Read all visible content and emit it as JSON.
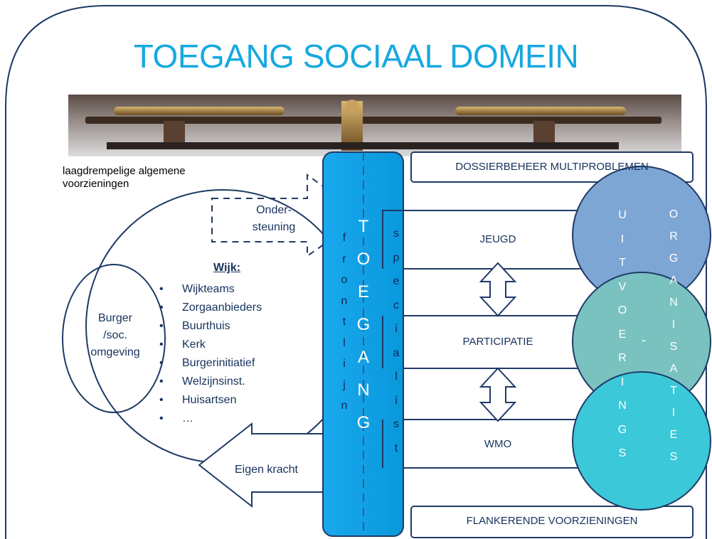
{
  "title": "TOEGANG SOCIAAL DOMEIN",
  "low_threshold_label": "laagdrempelige algemene voorzieningen",
  "low_threshold_line1": "laagdrempelige algemene",
  "low_threshold_line2": "voorzieningen",
  "support_line1": "Onder-",
  "support_line2": "steuning",
  "neighbourhood": {
    "heading": "Wijk:",
    "items": [
      "Wijkteams",
      "Zorgaanbieders",
      "Buurthuis",
      "Kerk",
      "Burgerinitiatief",
      "Welzijnsinst.",
      "Huisartsen",
      "…"
    ]
  },
  "citizen_line1": "Burger",
  "citizen_line2": "/soc.",
  "citizen_line3": "omgeving",
  "own_strength": "Eigen kracht",
  "frontline_letters": [
    "f",
    "r",
    "o",
    "n",
    "t",
    "l",
    "i",
    "j",
    "n"
  ],
  "access_letters": [
    "T",
    "O",
    "E",
    "G",
    "A",
    "N",
    "G"
  ],
  "specialist_letters": [
    "s",
    "p",
    "e",
    "c",
    "i",
    "a",
    "l",
    "i",
    "s",
    "t"
  ],
  "boxes": {
    "dossier": "DOSSIERBEHEER MULTIPROBLEMEN",
    "jeugd": "JEUGD",
    "participatie": "PARTICIPATIE",
    "wmo": "WMO",
    "flankerend": "FLANKERENDE VOORZIENINGEN"
  },
  "execution_letters": [
    "U",
    "I",
    "T",
    "V",
    "O",
    "E",
    "R",
    "I",
    "N",
    "G",
    "S"
  ],
  "dash": "-",
  "organisation_letters": [
    "O",
    "R",
    "G",
    "A",
    "N",
    "I",
    "S",
    "A",
    "T",
    "I",
    "E",
    "S"
  ],
  "colors": {
    "title": "#17a8e0",
    "access_bar": "#0aa6ea",
    "circle_top": "#7ea6d4",
    "circle_mid": "#79c2c0",
    "circle_bottom": "#3bc8d8",
    "outline": "#1f3a66"
  }
}
